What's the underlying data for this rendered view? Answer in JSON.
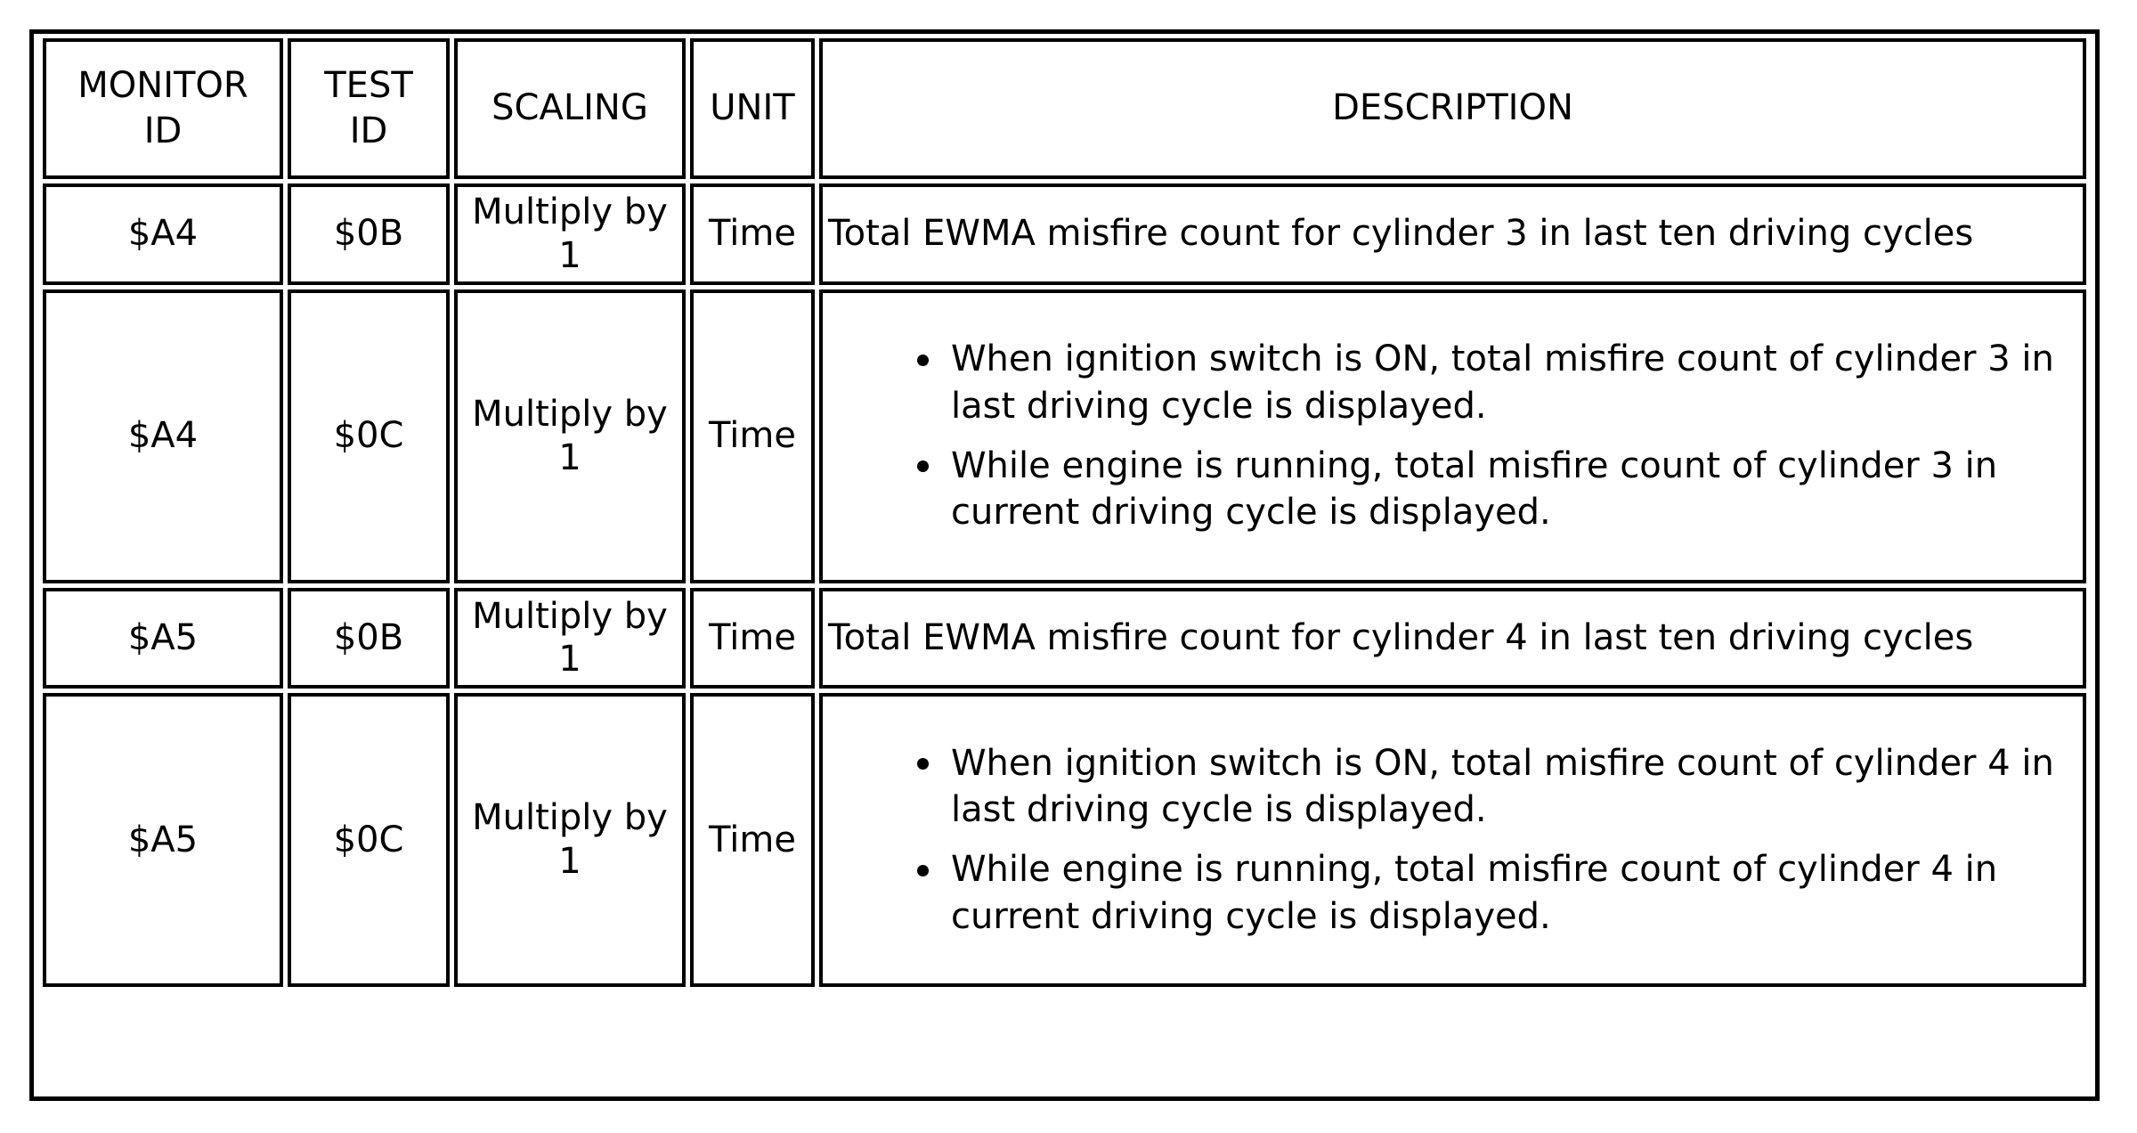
{
  "table": {
    "columns": [
      {
        "id": "monitor-id",
        "label": "MONITOR\nID",
        "label_line1": "MONITOR",
        "label_line2": "ID"
      },
      {
        "id": "test-id",
        "label": "TEST\nID",
        "label_line1": "TEST",
        "label_line2": "ID"
      },
      {
        "id": "scaling",
        "label": "SCALING"
      },
      {
        "id": "unit",
        "label": "UNIT"
      },
      {
        "id": "description",
        "label": "DESCRIPTION"
      }
    ],
    "rows": [
      {
        "monitor_id": "$A4",
        "test_id": "$0B",
        "scaling_line1": "Multiply by",
        "scaling_line2": "1",
        "unit": "Time",
        "description_type": "plain",
        "description": "Total EWMA misfire count for cylinder 3 in last ten driving cycles"
      },
      {
        "monitor_id": "$A4",
        "test_id": "$0C",
        "scaling_line1": "Multiply by",
        "scaling_line2": "1",
        "unit": "Time",
        "description_type": "bullets",
        "bullets": [
          "When ignition switch is ON, total misfire count of cylinder 3 in last driving cycle is displayed.",
          "While engine is running, total misfire count of cylinder 3 in current driving cycle is displayed."
        ]
      },
      {
        "monitor_id": "$A5",
        "test_id": "$0B",
        "scaling_line1": "Multiply by",
        "scaling_line2": "1",
        "unit": "Time",
        "description_type": "plain",
        "description": "Total EWMA misfire count for cylinder 4 in last ten driving cycles"
      },
      {
        "monitor_id": "$A5",
        "test_id": "$0C",
        "scaling_line1": "Multiply by",
        "scaling_line2": "1",
        "unit": "Time",
        "description_type": "bullets",
        "bullets": [
          "When ignition switch is ON, total misfire count of cylinder 4 in last driving cycle is displayed.",
          "While engine is running, total misfire count of cylinder 4 in current driving cycle is displayed."
        ]
      }
    ]
  },
  "colors": {
    "border": "#000000",
    "background": "#ffffff",
    "text": "#000000"
  }
}
